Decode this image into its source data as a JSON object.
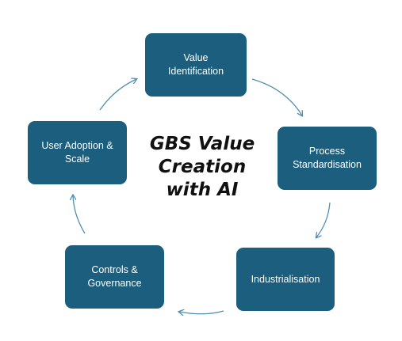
{
  "diagram": {
    "center_title": "GBS Value\nCreation\nwith AI",
    "nodes": [
      {
        "label": "Value\nIdentification"
      },
      {
        "label": "Process\nStandardisation"
      },
      {
        "label": "Industrialisation"
      },
      {
        "label": "Controls &\nGovernance"
      },
      {
        "label": "User Adoption &\nScale"
      }
    ]
  },
  "colors": {
    "node_fill": "#1b5e7d",
    "node_text": "#ffffff",
    "arrow": "#4f8fb2",
    "title_text": "#111111"
  }
}
